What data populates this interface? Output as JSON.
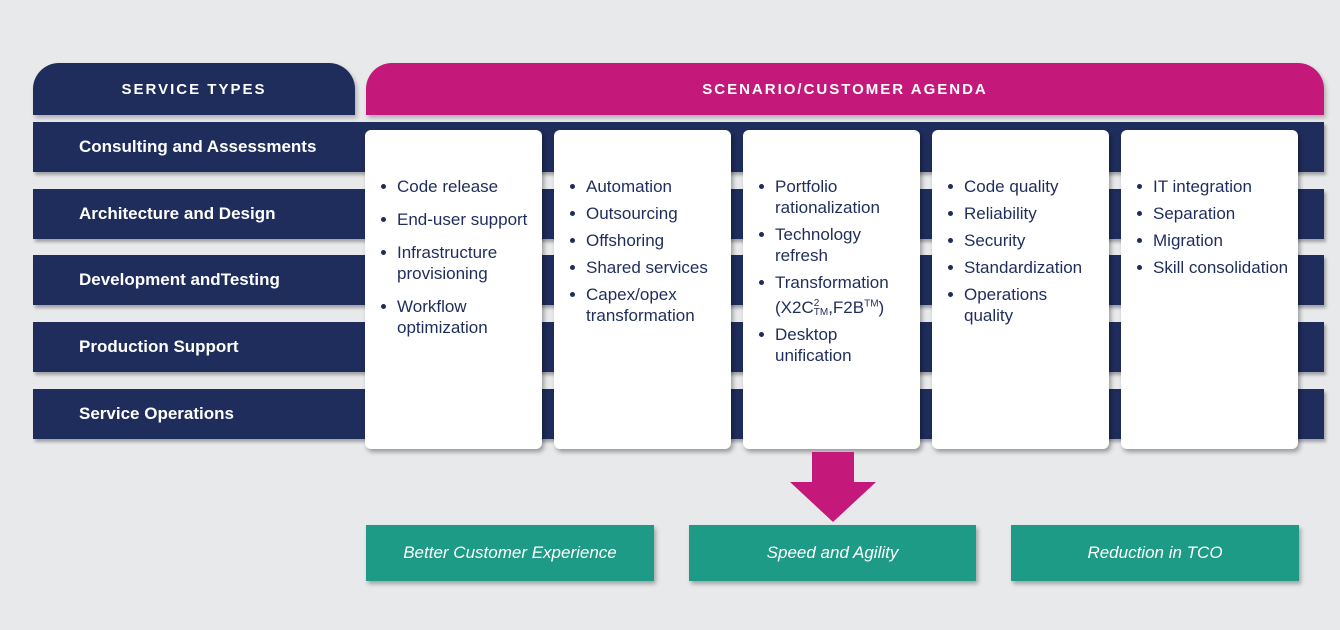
{
  "headers": {
    "service_types": "SERVICE TYPES",
    "scenario": "SCENARIO/CUSTOMER AGENDA"
  },
  "service_rows": [
    "Consulting and Assessments",
    "Architecture and Design",
    "Development andTesting",
    "Production Support",
    "Service Operations"
  ],
  "cards": [
    {
      "items": [
        "Code release",
        "End-user support",
        "Infrastructure provisioning",
        "Workflow optimization"
      ]
    },
    {
      "items": [
        "Automation",
        "Outsourcing",
        "Offshoring",
        "Shared services",
        "Capex/opex transformation"
      ]
    },
    {
      "items": [
        "Portfolio rationalization",
        "Technology refresh",
        "Transformation",
        "Desktop unification"
      ],
      "transformation_detail": {
        "open": "(X2C",
        "sup": "2",
        "sub": "TM",
        "mid": ",F2B",
        "tm": "TM",
        "close": ")"
      }
    },
    {
      "items": [
        "Code quality",
        "Reliability",
        "Security",
        "Standardization",
        "Operations quality"
      ]
    },
    {
      "items": [
        "IT integration",
        "Separation",
        "Migration",
        "Skill consolidation"
      ]
    }
  ],
  "outcomes": [
    "Better Customer Experience",
    "Speed and Agility",
    "Reduction in TCO"
  ],
  "colors": {
    "navy": "#1f2d5c",
    "magenta": "#c4197a",
    "teal": "#1d9b86",
    "background": "#e8e9eb"
  }
}
